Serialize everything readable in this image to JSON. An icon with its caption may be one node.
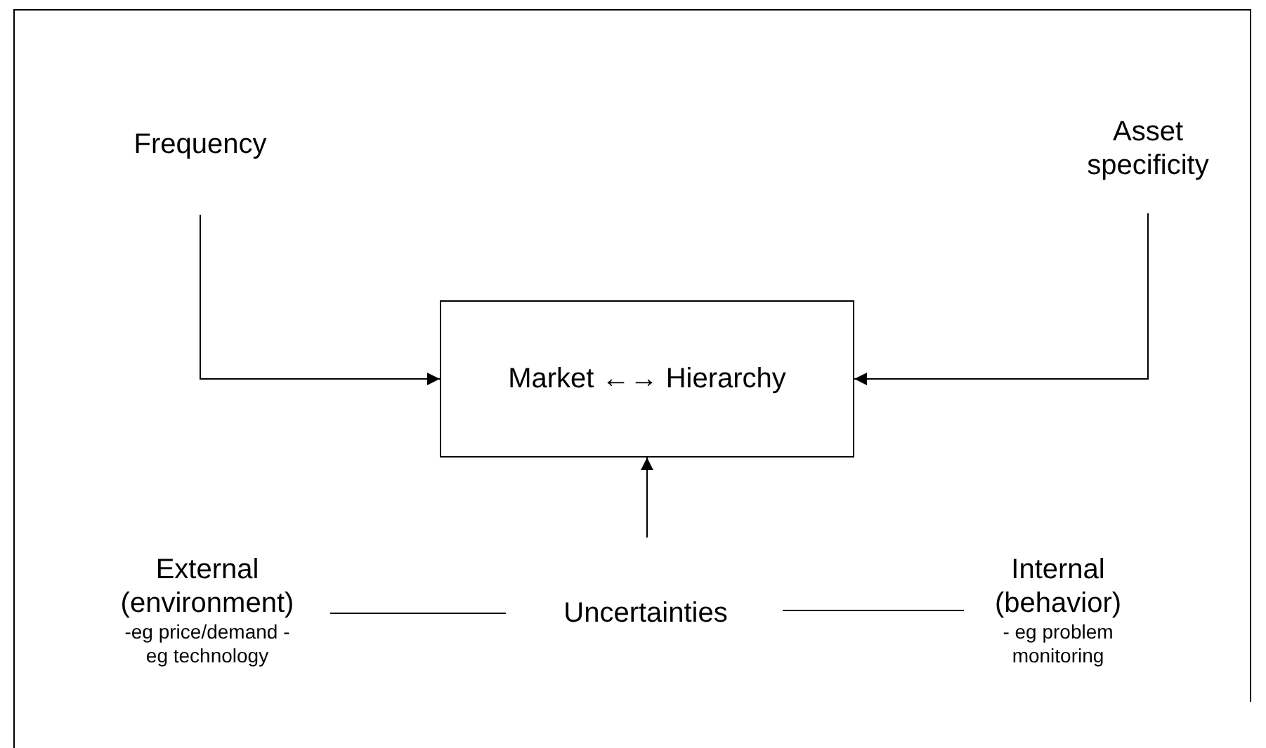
{
  "diagram": {
    "nodes": [
      {
        "text": [
          "Frequency"
        ]
      },
      {
        "text": [
          "Asset specificity"
        ]
      },
      {
        "text": [
          "Market ←→ Hierarchy"
        ]
      },
      {
        "text": [
          "Uncertainties"
        ]
      },
      {
        "text": [
          "External (environment)",
          "-eg price/demand - eg technology"
        ]
      },
      {
        "text": [
          "Internal (behavior)",
          "- eg problem monitoring"
        ]
      }
    ],
    "edges": [
      {
        "from": 0,
        "to": 2,
        "arrow": "to"
      },
      {
        "from": 1,
        "to": 2,
        "arrow": "to"
      },
      {
        "from": 3,
        "to": 2,
        "arrow": "to"
      },
      {
        "from": 4,
        "to": 3,
        "arrow": "none"
      },
      {
        "from": 3,
        "to": 5,
        "arrow": "none"
      }
    ]
  }
}
